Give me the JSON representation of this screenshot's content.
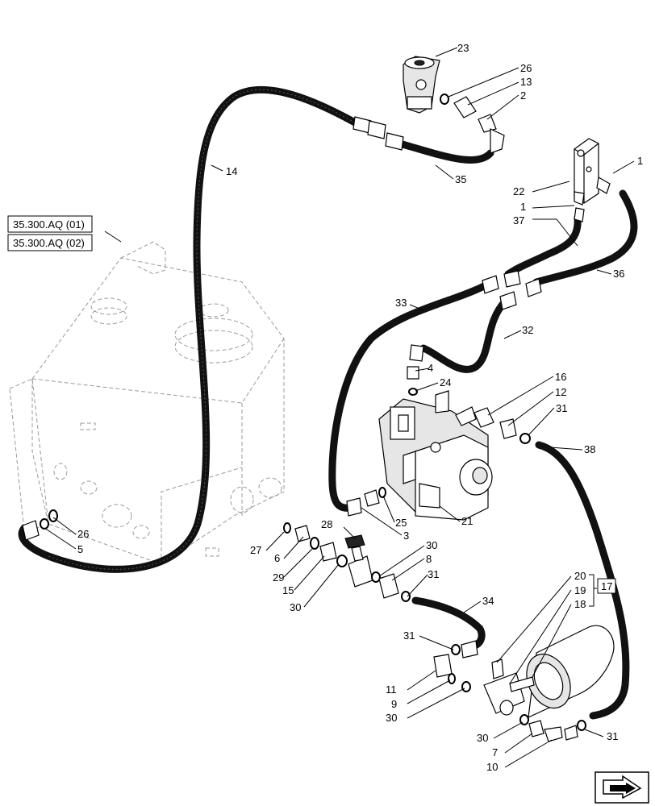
{
  "references": [
    "35.300.AQ (01)",
    "35.300.AQ (02)"
  ],
  "callouts": {
    "c1a": "1",
    "c1b": "1",
    "c2": "2",
    "c3": "3",
    "c4": "4",
    "c5": "5",
    "c6": "6",
    "c7": "7",
    "c8": "8",
    "c9": "9",
    "c10": "10",
    "c11": "11",
    "c12": "12",
    "c13": "13",
    "c14": "14",
    "c15": "15",
    "c16": "16",
    "c17": "17",
    "c18": "18",
    "c19": "19",
    "c20": "20",
    "c21": "21",
    "c22": "22",
    "c23": "23",
    "c24": "24",
    "c25": "25",
    "c26a": "26",
    "c26b": "26",
    "c27": "27",
    "c28": "28",
    "c29": "29",
    "c30a": "30",
    "c30b": "30",
    "c30c": "30",
    "c30d": "30",
    "c31a": "31",
    "c31b": "31",
    "c31c": "31",
    "c31d": "31",
    "c32": "32",
    "c33": "33",
    "c34": "34",
    "c35": "35",
    "c36": "36",
    "c37": "37",
    "c38": "38"
  },
  "icons": {
    "nav": "next-page-arrow-icon"
  }
}
